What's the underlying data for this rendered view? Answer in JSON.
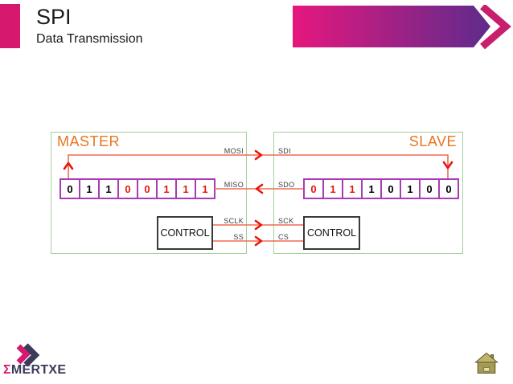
{
  "header": {
    "title": "SPI",
    "subtitle": "Data Transmission"
  },
  "colors": {
    "accent_pink": "#d6196f",
    "banner_start": "#e6177e",
    "banner_end": "#5e2b8c",
    "banner_chevron": "#c81e6e",
    "box_green": "#a6ce9d",
    "label_orange": "#e8761e",
    "cell_purple": "#a93cb4",
    "wire": "#ef6b51",
    "arrow_red": "#e8150d",
    "bit_black": "#000000",
    "bit_red": "#e8150d",
    "logo_dark": "#3b3b5c"
  },
  "diagram": {
    "master": {
      "label": "MASTER",
      "control": "CONTROL",
      "bits": [
        {
          "value": "0",
          "color": "#000000"
        },
        {
          "value": "1",
          "color": "#000000"
        },
        {
          "value": "1",
          "color": "#000000"
        },
        {
          "value": "0",
          "color": "#e8150d"
        },
        {
          "value": "0",
          "color": "#e8150d"
        },
        {
          "value": "1",
          "color": "#e8150d"
        },
        {
          "value": "1",
          "color": "#e8150d"
        },
        {
          "value": "1",
          "color": "#e8150d"
        }
      ],
      "pins": {
        "mosi": "MOSI",
        "miso": "MISO",
        "sclk": "SCLK",
        "ss": "SS"
      }
    },
    "slave": {
      "label": "SLAVE",
      "control": "CONTROL",
      "bits": [
        {
          "value": "0",
          "color": "#e8150d"
        },
        {
          "value": "1",
          "color": "#e8150d"
        },
        {
          "value": "1",
          "color": "#e8150d"
        },
        {
          "value": "1",
          "color": "#000000"
        },
        {
          "value": "0",
          "color": "#000000"
        },
        {
          "value": "1",
          "color": "#000000"
        },
        {
          "value": "0",
          "color": "#000000"
        },
        {
          "value": "0",
          "color": "#000000"
        }
      ],
      "pins": {
        "sdi": "SDI",
        "sdo": "SDO",
        "sck": "SCK",
        "cs": "CS"
      }
    }
  },
  "footer": {
    "logo_sigma": "Σ",
    "logo_text": "MERTXE"
  }
}
